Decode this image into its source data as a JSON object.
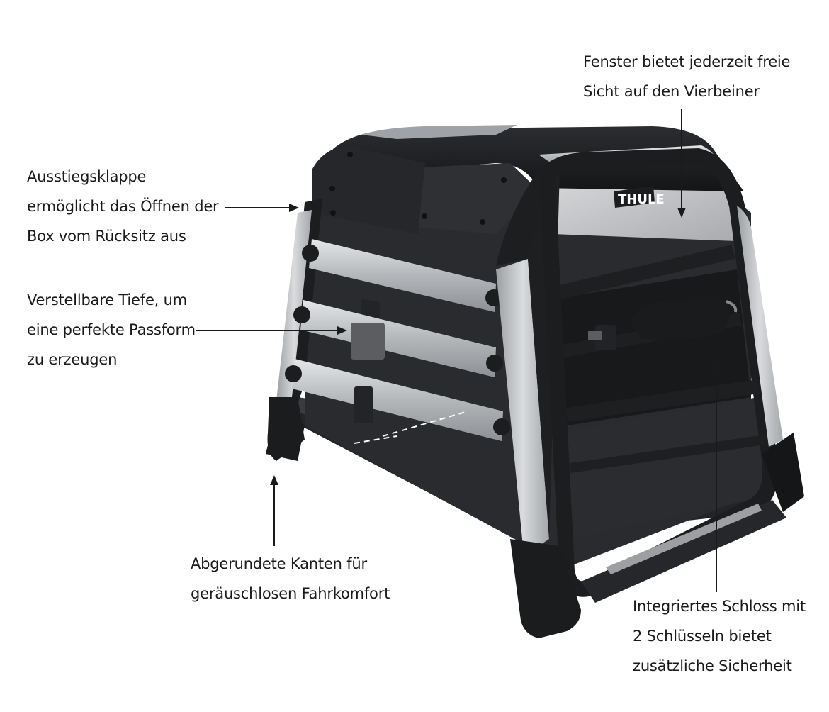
{
  "product": {
    "brand_logo": "THULE"
  },
  "annotations": {
    "window": [
      "Fenster bietet jederzeit freie",
      "Sicht auf den Vierbeiner"
    ],
    "hatch": [
      "Ausstiegsklappe",
      "ermöglicht das Öffnen der",
      "Box vom Rücksitz aus"
    ],
    "depth": [
      "Verstellbare Tiefe, um",
      "eine perfekte Passform",
      "zu erzeugen"
    ],
    "edges": [
      "Abgerundete Kanten für",
      "geräuschlosen Fahrkomfort"
    ],
    "lock": [
      "Integriertes Schloss mit",
      "2 Schlüsseln bietet",
      "zusätzliche Sicherheit"
    ]
  },
  "colors": {
    "frame": "#1e1f21",
    "aluminum": "#b9bcbf",
    "text": "#1a1a1a"
  }
}
